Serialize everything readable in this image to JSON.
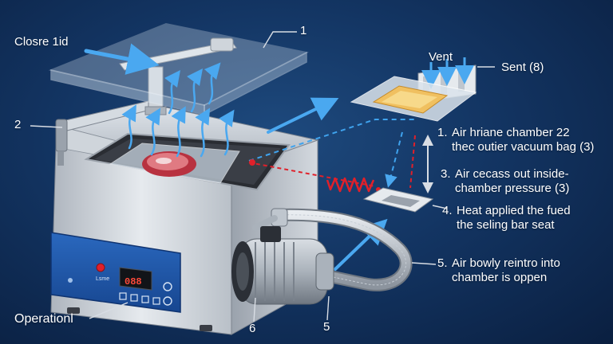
{
  "labels": {
    "close_lid": "Closre 1id",
    "vent": "Vent",
    "sent": "Sent (8)",
    "callout_1": "1",
    "callout_2": "2",
    "callout_5": "5",
    "callout_6": "6",
    "operation": "Operationl"
  },
  "steps": [
    {
      "num": "1.",
      "line1": "Air hriane chamber 22",
      "line2": "thec outier vacuum bag (3)"
    },
    {
      "num": "3.",
      "line1": "Air cecass out inside-",
      "line2": "chamber pressure  (3)"
    },
    {
      "num": "4.",
      "line1": "Heat applied the fued",
      "line2": "the seling bar seat"
    },
    {
      "num": "5.",
      "line1": "Air bowly reintro into",
      "line2": "chamber is oppen"
    }
  ],
  "panel": {
    "display": "088",
    "brand": "Lsme"
  },
  "colors": {
    "background": "#133563",
    "arrow_blue": "#3fa3ee",
    "heat_red": "#e0202a",
    "steel": "#c8ced6",
    "panel_blue": "#1f57a8"
  }
}
